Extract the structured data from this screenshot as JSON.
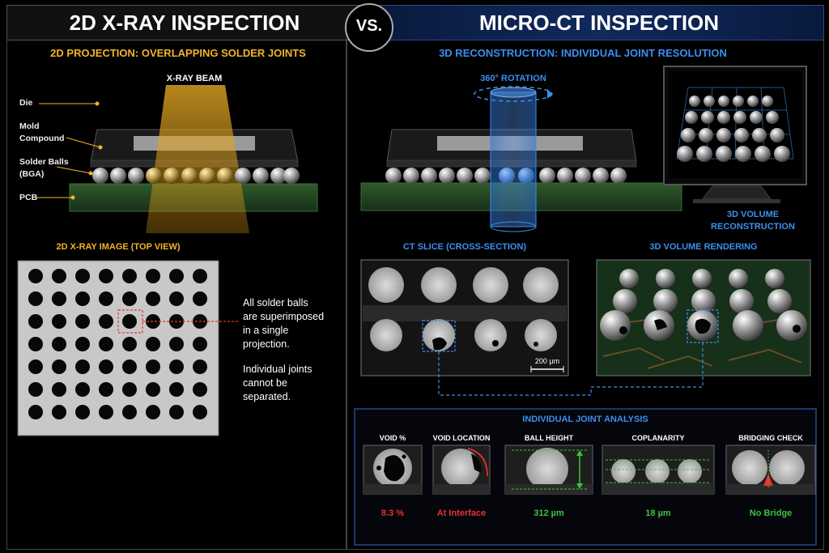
{
  "left": {
    "title": "2D X-RAY INSPECTION",
    "subtitle": "2D PROJECTION: OVERLAPPING SOLDER JOINTS",
    "beam_label": "X-RAY BEAM",
    "labels": {
      "die": "Die",
      "mold_1": "Mold",
      "mold_2": "Compound",
      "solder_1": "Solder Balls",
      "solder_2": "(BGA)",
      "pcb": "PCB"
    },
    "image_title": "2D X-RAY IMAGE (TOP VIEW)",
    "note": {
      "l1": "All solder balls",
      "l2": "are superimposed",
      "l3": "in a single",
      "l4": "projection.",
      "l5": "Individual joints",
      "l6": "cannot be",
      "l7": "separated."
    }
  },
  "vs": "VS.",
  "right": {
    "title": "MICRO-CT INSPECTION",
    "subtitle": "3D RECONSTRUCTION: INDIVIDUAL JOINT RESOLUTION",
    "rotation_label": "360° ROTATION",
    "volume_label_1": "3D VOLUME",
    "volume_label_2": "RECONSTRUCTION",
    "ct_slice_title": "CT SLICE (CROSS-SECTION)",
    "render_title": "3D VOLUME RENDERING",
    "scale_bar": "200 µm",
    "analysis": {
      "title": "INDIVIDUAL JOINT ANALYSIS",
      "items": [
        {
          "label": "VOID %",
          "value": "8.3 %"
        },
        {
          "label": "VOID LOCATION",
          "value": "At Interface"
        },
        {
          "label": "BALL HEIGHT",
          "value": "312 µm"
        },
        {
          "label": "COPLANARITY",
          "value": "18 µm"
        },
        {
          "label": "BRIDGING CHECK",
          "value": "No Bridge"
        }
      ]
    }
  },
  "colors": {
    "accent_gold": "#f2b428",
    "accent_blue": "#3d8ef0",
    "header_navy": "#0c1f45",
    "value_red": "#e8312e",
    "value_green": "#3bc43b"
  }
}
